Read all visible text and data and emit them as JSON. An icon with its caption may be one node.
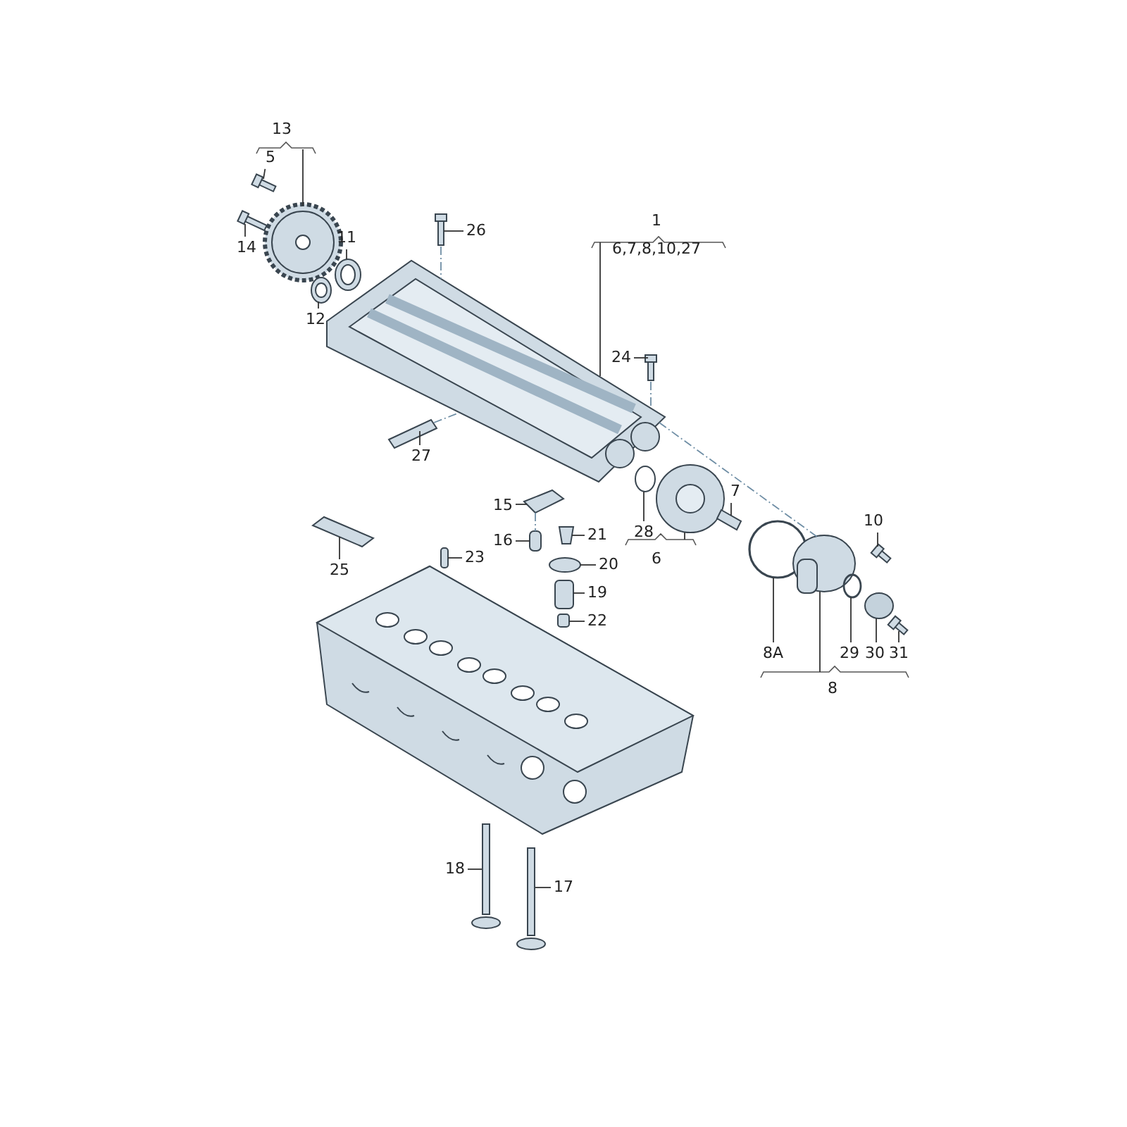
{
  "diagram": {
    "nodes": [
      {
        "text": [
          "13"
        ]
      },
      {
        "text": [
          "5"
        ]
      },
      {
        "text": [
          "14"
        ]
      },
      {
        "text": [
          "11"
        ]
      },
      {
        "text": [
          "12"
        ]
      },
      {
        "text": [
          "26"
        ]
      },
      {
        "text": [
          "1",
          "6,7,8,10,27"
        ]
      },
      {
        "text": [
          "24"
        ]
      },
      {
        "text": [
          "27"
        ]
      },
      {
        "text": [
          "15"
        ]
      },
      {
        "text": [
          "16"
        ]
      },
      {
        "text": [
          "21"
        ]
      },
      {
        "text": [
          "20"
        ]
      },
      {
        "text": [
          "19"
        ]
      },
      {
        "text": [
          "22"
        ]
      },
      {
        "text": [
          "23"
        ]
      },
      {
        "text": [
          "25"
        ]
      },
      {
        "text": [
          "28"
        ]
      },
      {
        "text": [
          "6"
        ]
      },
      {
        "text": [
          "7"
        ]
      },
      {
        "text": [
          "10"
        ]
      },
      {
        "text": [
          "8A"
        ]
      },
      {
        "text": [
          "8"
        ]
      },
      {
        "text": [
          "29"
        ]
      },
      {
        "text": [
          "30"
        ]
      },
      {
        "text": [
          "31"
        ]
      },
      {
        "text": [
          "18"
        ]
      },
      {
        "text": [
          "17"
        ]
      },
      {
        "text": [],
        "shape": "picture"
      },
      {
        "text": [],
        "shape": "bolt"
      },
      {
        "text": [],
        "shape": "bolt"
      },
      {
        "text": [],
        "shape": "picture"
      },
      {
        "text": [],
        "shape": "picture"
      },
      {
        "text": [],
        "shape": "picture"
      },
      {
        "text": [],
        "shape": "picture"
      },
      {
        "text": [],
        "shape": "picture"
      },
      {
        "text": [],
        "shape": "picture"
      },
      {
        "text": [],
        "shape": "picture"
      },
      {
        "text": [],
        "shape": "cylinder"
      },
      {
        "text": [],
        "shape": "picture"
      },
      {
        "text": [],
        "shape": "picture"
      },
      {
        "text": [],
        "shape": "picture"
      },
      {
        "text": [],
        "shape": "picture"
      },
      {
        "text": [],
        "shape": "picture"
      },
      {
        "text": [],
        "shape": "picture"
      },
      {
        "text": [],
        "shape": "picture"
      },
      {
        "text": [],
        "shape": "picture"
      },
      {
        "text": [],
        "shape": "picture"
      },
      {
        "text": [],
        "shape": "picture"
      },
      {
        "text": [],
        "shape": "picture"
      },
      {
        "text": [],
        "shape": "picture"
      },
      {
        "text": [],
        "shape": "ring"
      },
      {
        "text": [],
        "shape": "circle"
      },
      {
        "text": [],
        "shape": "picture"
      },
      {
        "text": [],
        "shape": "picture"
      },
      {
        "text": [],
        "shape": "picture"
      }
    ],
    "edges": [
      {
        "from": 0,
        "to": 28,
        "arrow": "none"
      },
      {
        "from": 1,
        "to": 29,
        "arrow": "none"
      },
      {
        "from": 2,
        "to": 30,
        "arrow": "none"
      },
      {
        "from": 3,
        "to": 31,
        "arrow": "none"
      },
      {
        "from": 4,
        "to": 32,
        "arrow": "none"
      },
      {
        "from": 5,
        "to": 33,
        "arrow": "none"
      },
      {
        "from": 6,
        "to": 34,
        "arrow": "none"
      },
      {
        "from": 7,
        "to": 35,
        "arrow": "none"
      },
      {
        "from": 8,
        "to": 36,
        "arrow": "none"
      },
      {
        "from": 9,
        "to": 37,
        "arrow": "none"
      },
      {
        "from": 10,
        "to": 38,
        "arrow": "none"
      },
      {
        "from": 11,
        "to": 39,
        "arrow": "none"
      },
      {
        "from": 12,
        "to": 40,
        "arrow": "none"
      },
      {
        "from": 13,
        "to": 41,
        "arrow": "none"
      },
      {
        "from": 14,
        "to": 42,
        "arrow": "none"
      },
      {
        "from": 15,
        "to": 43,
        "arrow": "none"
      },
      {
        "from": 16,
        "to": 44,
        "arrow": "none"
      },
      {
        "from": 17,
        "to": 45,
        "arrow": "none"
      },
      {
        "from": 18,
        "to": 46,
        "arrow": "none"
      },
      {
        "from": 19,
        "to": 47,
        "arrow": "none"
      },
      {
        "from": 20,
        "to": 48,
        "arrow": "none"
      },
      {
        "from": 21,
        "to": 49,
        "arrow": "none"
      },
      {
        "from": 22,
        "to": 50,
        "arrow": "none"
      },
      {
        "from": 23,
        "to": 51,
        "arrow": "none"
      },
      {
        "from": 24,
        "to": 52,
        "arrow": "none"
      },
      {
        "from": 25,
        "to": 53,
        "arrow": "none"
      },
      {
        "from": 26,
        "to": 54,
        "arrow": "none"
      },
      {
        "from": 27,
        "to": 55,
        "arrow": "none"
      },
      {
        "from": 33,
        "to": 34,
        "arrow": "none",
        "style": "dashed",
        "color": "#6f8ea5"
      },
      {
        "from": 35,
        "to": 34,
        "arrow": "none",
        "style": "dashed",
        "color": "#6f8ea5"
      },
      {
        "from": 36,
        "to": 34,
        "arrow": "none",
        "style": "dashed",
        "color": "#6f8ea5"
      },
      {
        "from": 34,
        "to": 50,
        "arrow": "none",
        "style": "dashed",
        "color": "#6f8ea5"
      },
      {
        "from": 37,
        "to": 38,
        "arrow": "none",
        "style": "dashed",
        "color": "#6f8ea5"
      }
    ]
  }
}
